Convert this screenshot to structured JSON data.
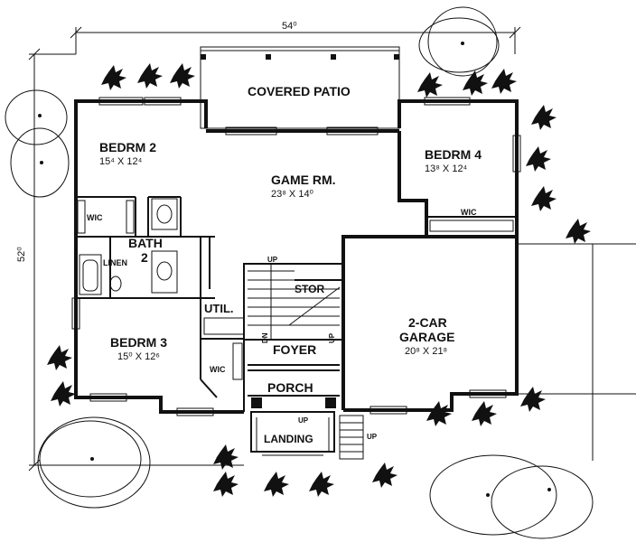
{
  "dimensions": {
    "width": "54⁰",
    "depth": "52⁰"
  },
  "rooms": {
    "covered_patio": {
      "name": "COVERED PATIO"
    },
    "bedroom2": {
      "name": "BEDRM 2",
      "size": "15⁴ X 12⁴"
    },
    "game_room": {
      "name": "GAME RM.",
      "size": "23⁸ X 14⁰"
    },
    "bedroom4": {
      "name": "BEDRM 4",
      "size": "13⁸ X 12⁴"
    },
    "bath2": {
      "name": "BATH",
      "number": "2"
    },
    "linen": {
      "name": "LINEN"
    },
    "wic_bed2": {
      "name": "WIC"
    },
    "wic_bed4": {
      "name": "WIC"
    },
    "wic_bed3": {
      "name": "WIC"
    },
    "stor": {
      "name": "STOR"
    },
    "util": {
      "name": "UTIL."
    },
    "bedroom3": {
      "name": "BEDRM 3",
      "size": "15⁰ X 12⁶"
    },
    "foyer": {
      "name": "FOYER"
    },
    "garage": {
      "name": "2-CAR",
      "name2": "GARAGE",
      "size": "20⁸ X 21⁸"
    },
    "porch": {
      "name": "PORCH"
    },
    "landing": {
      "name": "LANDING"
    }
  },
  "stair_labels": {
    "up_top": "UP",
    "dn": "DN",
    "up_right": "UP",
    "up_porch": "UP",
    "up_landing": "UP"
  }
}
